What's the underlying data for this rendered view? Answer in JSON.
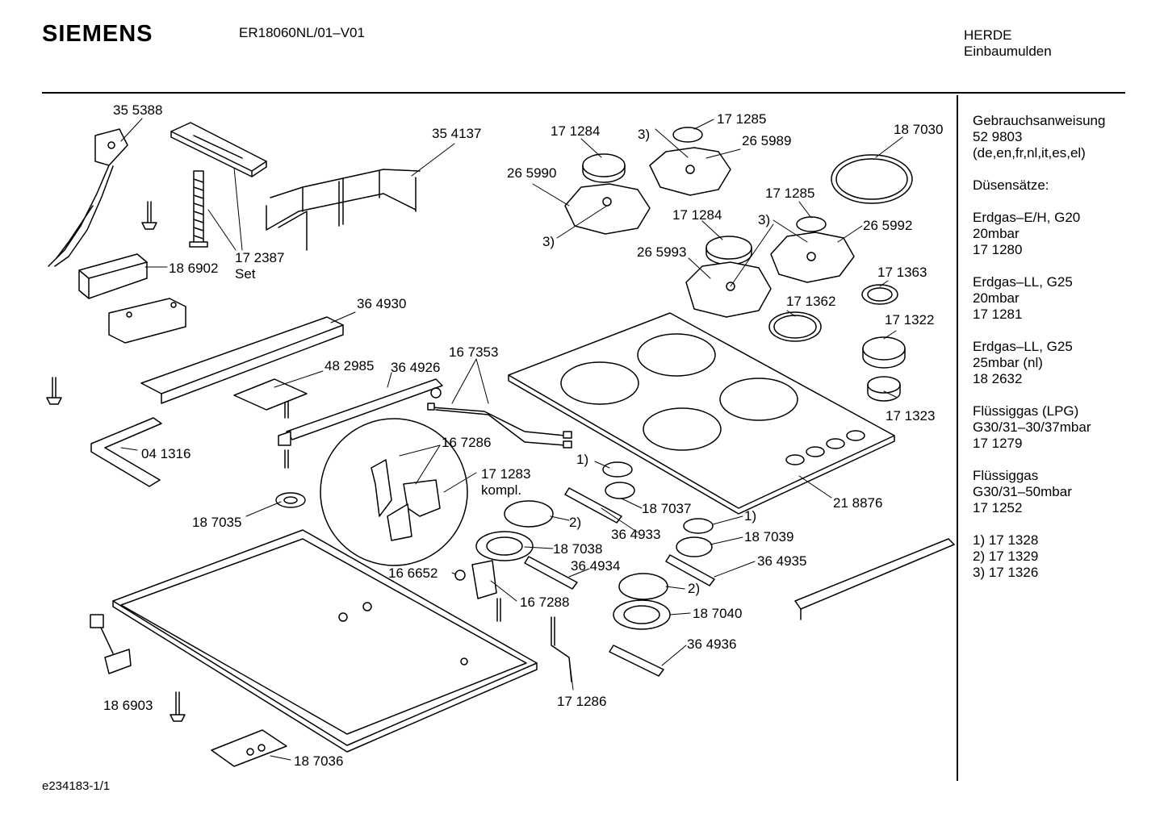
{
  "header": {
    "brand": "SIEMENS",
    "model": "ER18060NL/01–V01",
    "category_line1": "HERDE",
    "category_line2": "Einbaumulden"
  },
  "footer": {
    "ref": "e234183-1/1"
  },
  "sidebar": {
    "blocks": [
      [
        "Gebrauchsanweisung",
        "52 9803",
        "(de,en,fr,nl,it,es,el)"
      ],
      [
        "Düsensätze:"
      ],
      [
        "Erdgas–E/H, G20",
        "20mbar",
        "17 1280"
      ],
      [
        "Erdgas–LL, G25",
        "20mbar",
        "17 1281"
      ],
      [
        "Erdgas–LL, G25",
        "25mbar (nl)",
        "18 2632"
      ],
      [
        "Flüssiggas (LPG)",
        "G30/31–30/37mbar",
        "17 1279"
      ],
      [
        "Flüssiggas",
        "G30/31–50mbar",
        "17 1252"
      ],
      [
        "1)  17 1328",
        "2)  17 1329",
        "3)  17 1326"
      ]
    ]
  },
  "labels": {
    "p355388": "35 5388",
    "p354137": "35 4137",
    "p171284a": "17 1284",
    "p171285a": "17 1285",
    "ref3a": "3)",
    "p265989": "26 5989",
    "p187030": "18 7030",
    "p265990": "26 5990",
    "ref3b": "3)",
    "p171285b": "17 1285",
    "p171284b": "17 1284",
    "ref3c": "3)",
    "p265992": "26 5992",
    "p172387": "17 2387",
    "set": "Set",
    "p186902": "18 6902",
    "p265993": "26 5993",
    "p171363": "17 1363",
    "p171362": "17 1362",
    "p364930": "36 4930",
    "p171322": "17 1322",
    "p167353": "16 7353",
    "p482985": "48 2985",
    "p364926": "36 4926",
    "p171323": "17 1323",
    "p041316": "04 1316",
    "p167286": "16 7286",
    "ref1a": "1)",
    "p171283": "17 1283",
    "kompl": "kompl.",
    "p218876": "21 8876",
    "p187037": "18 7037",
    "ref2a": "2)",
    "p187035": "18 7035",
    "p364933": "36 4933",
    "ref1b": "1)",
    "p187038": "18 7038",
    "p187039": "18 7039",
    "p364934": "36 4934",
    "p364935": "36 4935",
    "p166652": "16 6652",
    "ref2b": "2)",
    "p167288": "16 7288",
    "p187040": "18 7040",
    "p364936": "36 4936",
    "p186903": "18 6903",
    "p171286": "17 1286",
    "p187036": "18 7036"
  }
}
